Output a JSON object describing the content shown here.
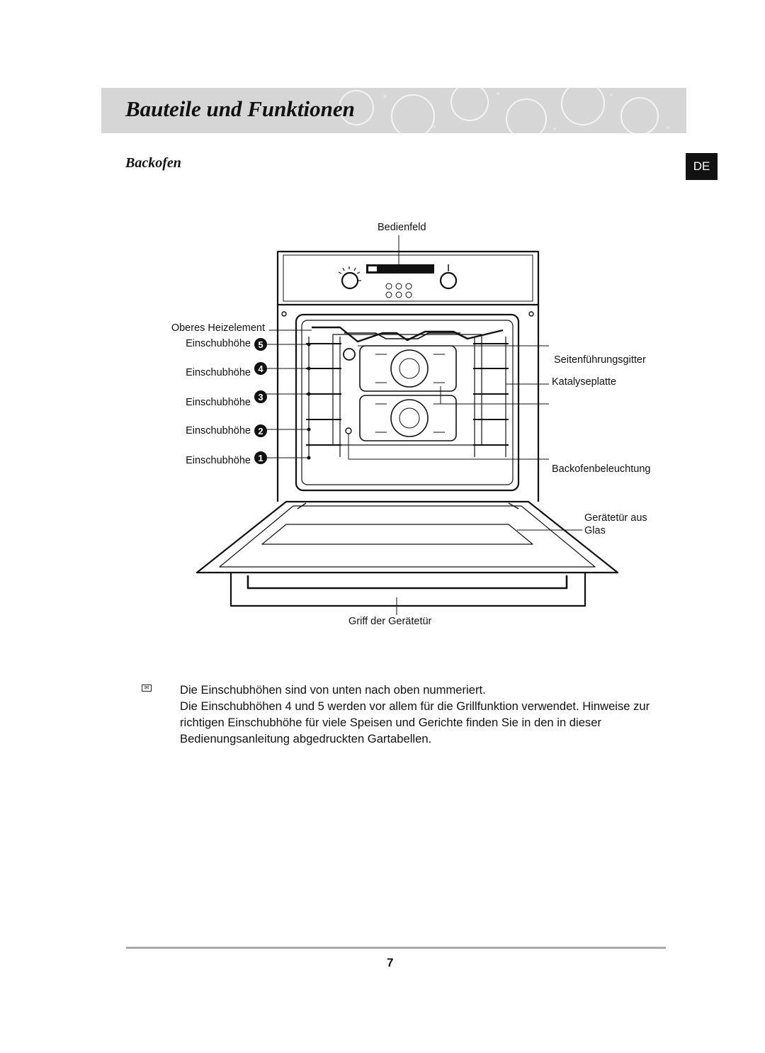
{
  "header": {
    "title": "Bauteile und Funktionen",
    "colors": {
      "bar": "#d6d6d6",
      "badge": "#111111"
    }
  },
  "section": {
    "title": "Backofen"
  },
  "language_badge": "DE",
  "diagram": {
    "labels": {
      "control_panel": "Bedienfeld",
      "upper_heating_element": "Oberes Heizelement",
      "rack_level": "Einschubhöhe",
      "side_rails": "Seitenführungsgitter",
      "catalytic_panel": "Katalyseplatte",
      "oven_light": "Backofenbeleuchtung",
      "glass_door_line1": "Gerätetür aus",
      "glass_door_line2": "Glas",
      "door_handle": "Griff der Gerätetür"
    },
    "rack_numbers": [
      "5",
      "4",
      "3",
      "2",
      "1"
    ]
  },
  "note": {
    "icon": "note-icon",
    "line1": "Die Einschubhöhen sind von unten nach oben nummeriert.",
    "line2": "Die Einschubhöhen 4 und 5 werden vor allem für die Grillfunktion verwendet. Hinweise zur richtigen Einschubhöhe für viele Speisen und Gerichte finden Sie in den in dieser Bedienungsanleitung abgedruckten Gartabellen."
  },
  "footer": {
    "page_number": "7"
  }
}
